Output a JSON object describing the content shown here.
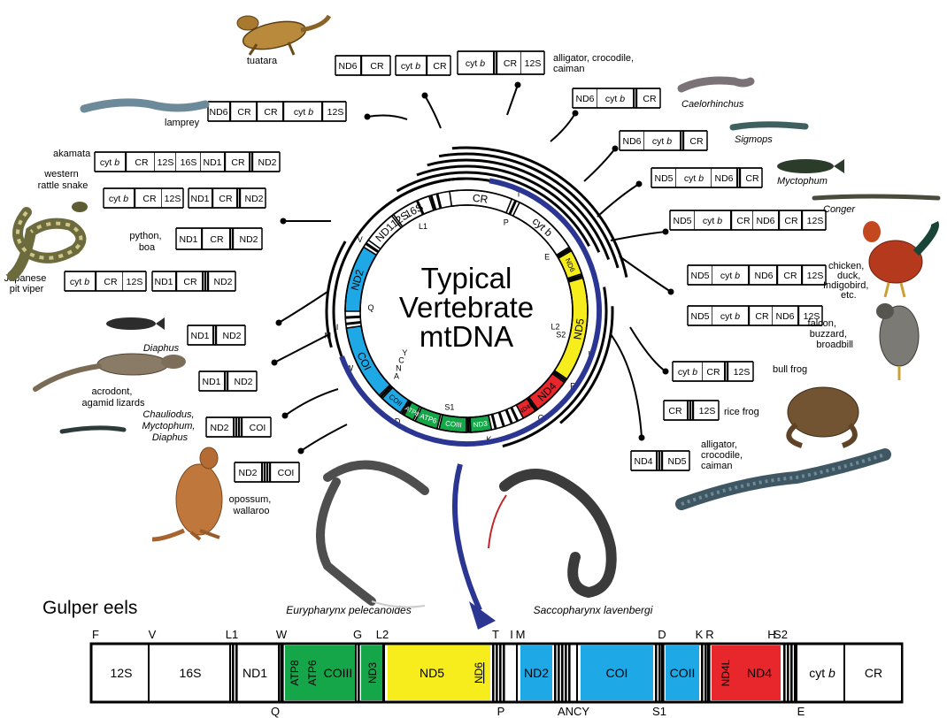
{
  "figure": {
    "center_title": [
      "Typical",
      "Vertebrate",
      "mtDNA"
    ],
    "section_title": "Gulper eels"
  },
  "colors": {
    "complex_I": "#f7ed1c",
    "complex_IV": "#1ea9e6",
    "atp": "#16a64a",
    "nd4": "#e8272d",
    "ring_arc": "#2b3592",
    "ink": "#000000"
  },
  "circle": {
    "genes": [
      {
        "label": "12S",
        "color": "white"
      },
      {
        "label": "CR",
        "color": "white"
      },
      {
        "label": "cyt b",
        "color": "white",
        "italic_part": "b"
      },
      {
        "label": "ND6",
        "color": "yellow"
      },
      {
        "label": "ND5",
        "color": "yellow"
      },
      {
        "label": "ND4",
        "color": "red"
      },
      {
        "label": "ND4L",
        "color": "red"
      },
      {
        "label": "ND3",
        "color": "green"
      },
      {
        "label": "COIII",
        "color": "green"
      },
      {
        "label": "ATP6",
        "color": "green"
      },
      {
        "label": "ATP8",
        "color": "green"
      },
      {
        "label": "COII",
        "color": "blue"
      },
      {
        "label": "COI",
        "color": "blue"
      },
      {
        "label": "ND2",
        "color": "blue"
      },
      {
        "label": "ND1",
        "color": "white"
      },
      {
        "label": "16S",
        "color": "white"
      }
    ],
    "trna_labels": [
      "V",
      "T",
      "P",
      "E",
      "L1",
      "I",
      "M",
      "Q",
      "W",
      "A",
      "N",
      "C",
      "Y",
      "S1",
      "D",
      "K",
      "G",
      "R",
      "H",
      "S2",
      "L2"
    ]
  },
  "species": [
    {
      "name": "tuatara",
      "italic": false
    },
    {
      "name": "lamprey",
      "italic": false
    },
    {
      "name": "akamata",
      "italic": false
    },
    {
      "name": "western rattle snake",
      "italic": false
    },
    {
      "name": "python, boa",
      "italic": false
    },
    {
      "name": "Japanese pit viper",
      "italic": false
    },
    {
      "name": "Diaphus",
      "italic": true
    },
    {
      "name": "acrodont, agamid lizards",
      "italic": false
    },
    {
      "name": "Chauliodus, Myctophum, Diaphus",
      "italic": true
    },
    {
      "name": "opossum, wallaroo",
      "italic": false
    },
    {
      "name": "alligator, crocodile, caiman",
      "italic": false
    },
    {
      "name": "Caelorhinchus",
      "italic": true
    },
    {
      "name": "Sigmops",
      "italic": true
    },
    {
      "name": "Myctophum",
      "italic": true
    },
    {
      "name": "Conger",
      "italic": true
    },
    {
      "name": "chicken, duck, Indigobird, etc.",
      "italic": false
    },
    {
      "name": "falcon, buzzard, broadbill",
      "italic": false
    },
    {
      "name": "bull frog",
      "italic": false
    },
    {
      "name": "rice frog",
      "italic": false
    },
    {
      "name": "alligator, crocodile, caiman",
      "italic": false
    },
    {
      "name": "Eurypharynx pelecanoides",
      "italic": true
    },
    {
      "name": "Saccopharynx lavenbergi",
      "italic": true
    }
  ],
  "gulper_bar": {
    "genes": [
      "12S",
      "16S",
      "ND1",
      "ATP8",
      "ATP6",
      "COIII",
      "ND3",
      "ND5",
      "ND6",
      "ND2",
      "COI",
      "COII",
      "ND4L",
      "ND4",
      "cyt b",
      "CR"
    ],
    "top_trna": [
      "F",
      "V",
      "L1",
      "W",
      "G",
      "L2",
      "T",
      "I",
      "M",
      "D",
      "K",
      "R",
      "H",
      "S2"
    ],
    "bottom_trna": [
      "Q",
      "P",
      "ANCY",
      "S1",
      "E"
    ]
  }
}
